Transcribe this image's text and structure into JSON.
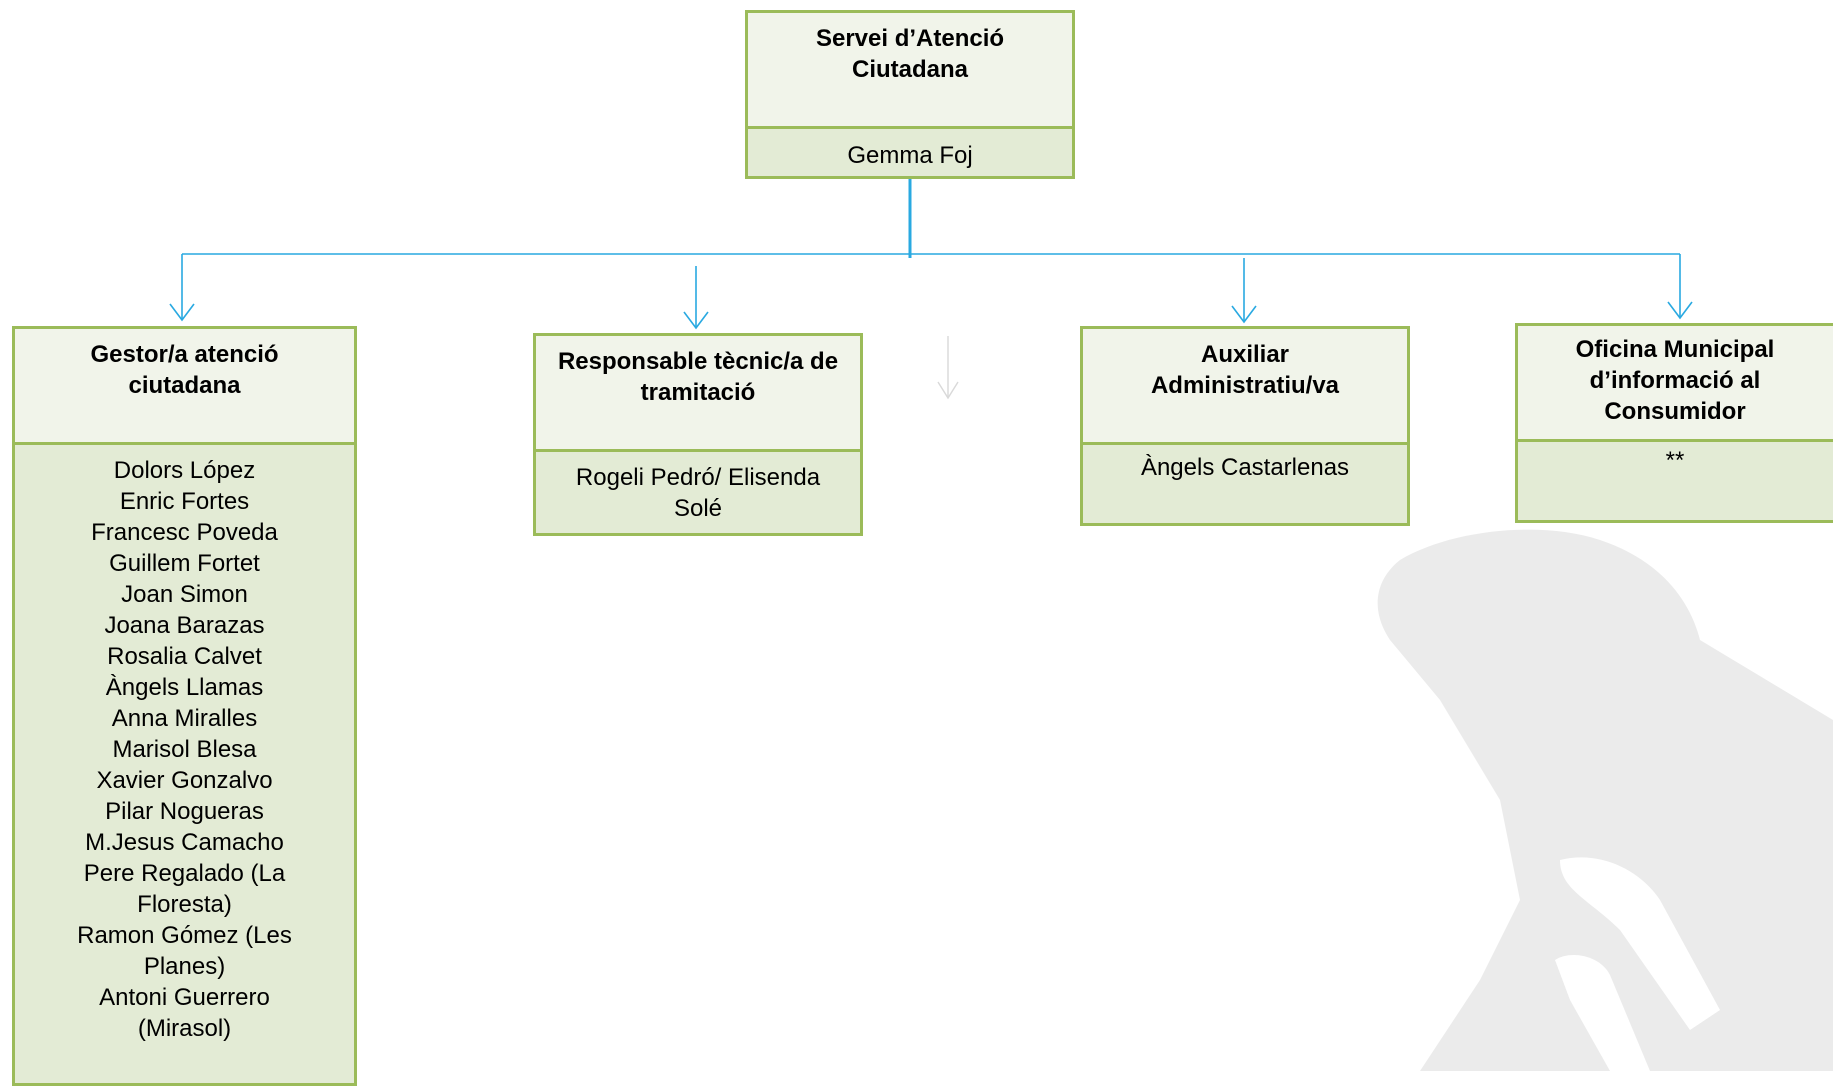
{
  "root": {
    "title": "Servei d’Atenció Ciutadana",
    "person": "Gemma Foj"
  },
  "units": [
    {
      "title": "Gestor/a atenció ciutadana",
      "people": [
        "Dolors López",
        "Enric Fortes",
        "Francesc Poveda",
        "Guillem Fortet",
        "Joan Simon",
        "Joana Barazas",
        "Rosalia Calvet",
        "Àngels Llamas",
        "Anna Miralles",
        "Marisol Blesa",
        "Xavier Gonzalvo",
        "Pilar Nogueras",
        "M.Jesus Camacho",
        "Pere Regalado (La Floresta)",
        "Ramon Gómez (Les Planes)",
        "Antoni Guerrero (Mirasol)"
      ]
    },
    {
      "title": "Responsable tècnic/a de tramitació",
      "people": [
        "Rogeli Pedró/ Elisenda Solé"
      ]
    },
    {
      "title": "Auxiliar Administratiu/va",
      "people": [
        "Àngels Castarlenas"
      ]
    },
    {
      "title": "Oficina Municipal d’informació al Consumidor",
      "people": [
        "**"
      ]
    }
  ],
  "colors": {
    "box_border": "#9bbb59",
    "title_fill": "#f1f4ea",
    "body_fill": "#e3ebd5",
    "connector": "#29a9e1",
    "watermark": "#ebebeb"
  }
}
